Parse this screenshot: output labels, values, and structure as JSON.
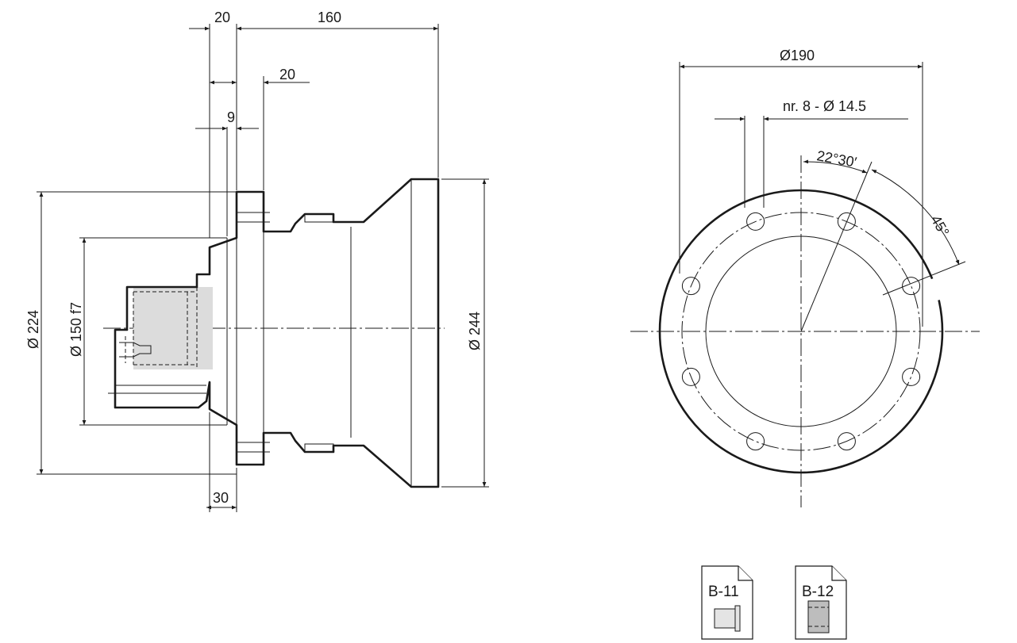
{
  "side_view": {
    "dims": {
      "top_20": "20",
      "top_160": "160",
      "mid_20": "20",
      "dim_9": "9",
      "dim_30": "30",
      "dia_224": "Ø 224",
      "dia_150": "Ø 150 f7",
      "dia_244": "Ø 244"
    }
  },
  "front_view": {
    "dims": {
      "pcd": "Ø190",
      "holes": "nr. 8 - Ø 14.5",
      "angle_half": "22°30′",
      "angle_full": "45°"
    }
  },
  "docs": [
    {
      "label": "B-11"
    },
    {
      "label": "B-12"
    }
  ]
}
